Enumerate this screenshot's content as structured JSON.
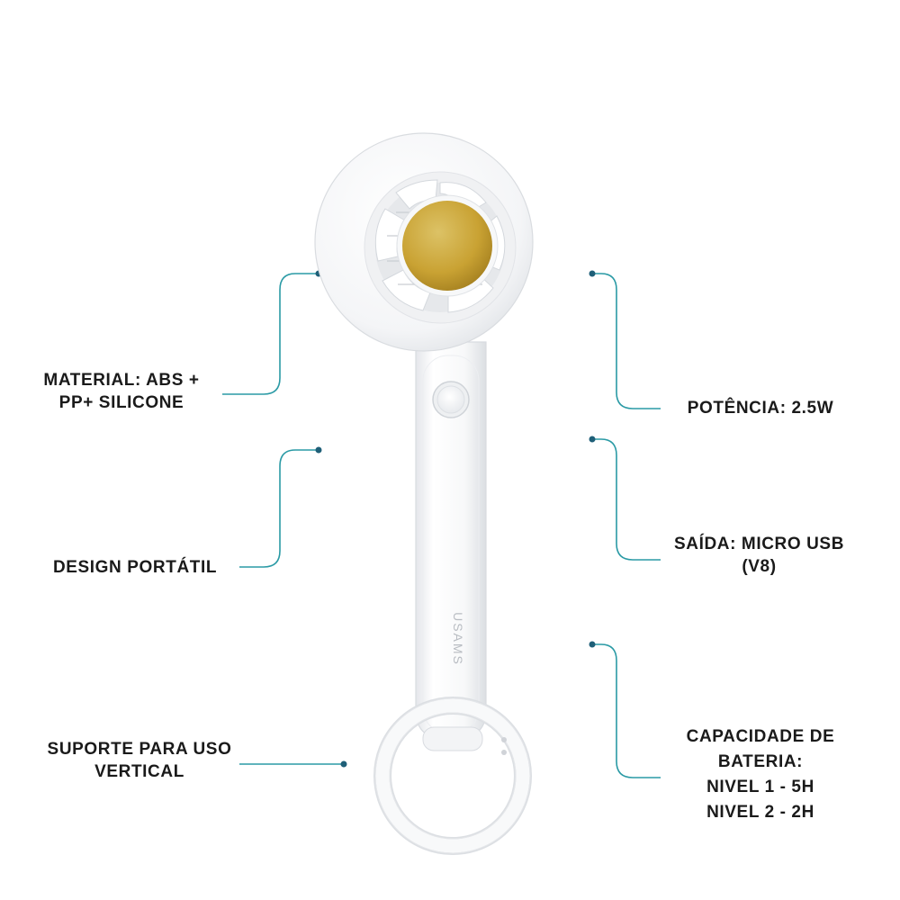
{
  "colors": {
    "leader": "#2a9aa5",
    "dot": "#1f5f78",
    "text": "#1a1a1a",
    "hub": "#c9a233",
    "body": "#f3f4f6"
  },
  "product": {
    "brand": "USAMS",
    "icons": [
      "fan-icon",
      "power-button-icon",
      "carabiner-icon"
    ]
  },
  "features": {
    "material": [
      "MATERIAL: ABS +",
      "PP+ SILICONE"
    ],
    "design": [
      "DESIGN PORTÁTIL"
    ],
    "support": [
      "SUPORTE PARA USO",
      "VERTICAL"
    ],
    "power": [
      "POTÊNCIA: 2.5W"
    ],
    "output": [
      "SAÍDA: MICRO USB",
      "(V8)"
    ],
    "battery": [
      "CAPACIDADE DE",
      "BATERIA:",
      "NIVEL 1 - 5H",
      "NIVEL 2 - 2H"
    ]
  }
}
